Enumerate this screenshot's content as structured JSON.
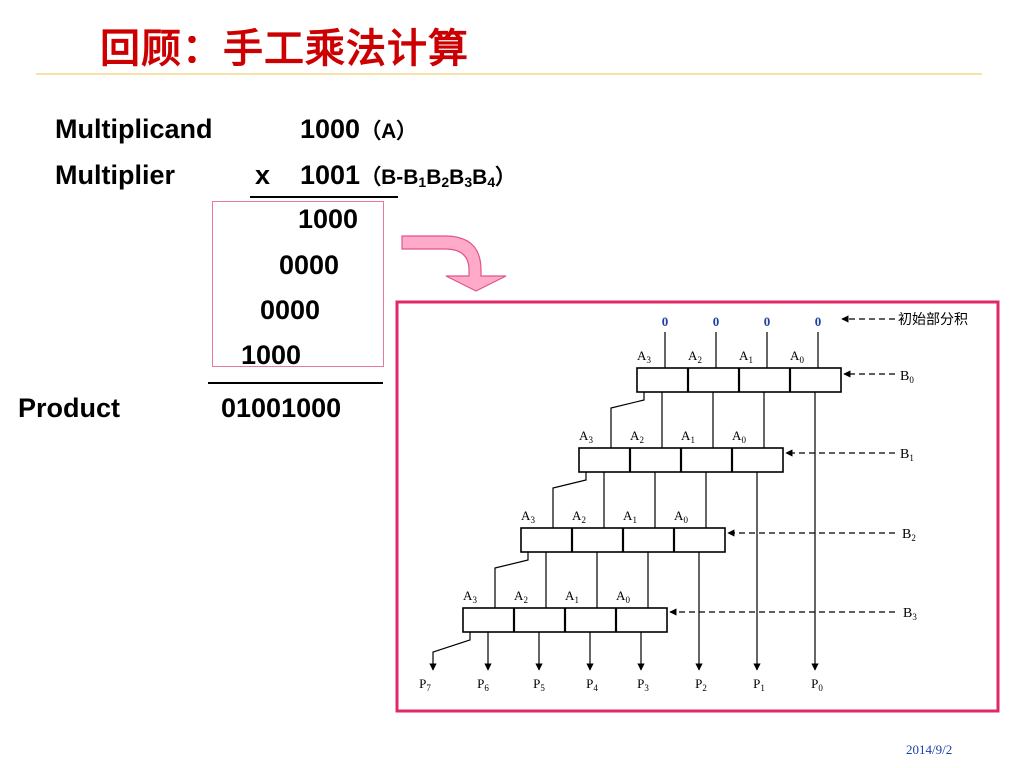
{
  "slide": {
    "title": "回顾：手工乘法计算",
    "date": "2014/9/2"
  },
  "calc": {
    "multiplicand_label": "Multiplicand",
    "multiplicand_value": "1000",
    "multiplicand_note": "（A）",
    "multiplier_label": "Multiplier",
    "multiplier_op": "x",
    "multiplier_value": "1001",
    "note_open": "（B-B",
    "note_close": "）",
    "partials": [
      "1000",
      "0000",
      "0000",
      "1000"
    ],
    "product_label": "Product",
    "product_value": "01001000"
  },
  "diagram": {
    "frame_color": "#e0296b",
    "zero_color": "#1f3fa0",
    "init_zeros": [
      "0",
      "0",
      "0",
      "0"
    ],
    "init_label": "初始部分积",
    "b_labels": [
      "B",
      "B",
      "B",
      "B"
    ],
    "b_subs": [
      "0",
      "1",
      "2",
      "3"
    ],
    "a_labels": [
      "A",
      "A",
      "A",
      "A"
    ],
    "a_subs": [
      "3",
      "2",
      "1",
      "0"
    ],
    "p_labels": [
      "P",
      "P",
      "P",
      "P",
      "P",
      "P",
      "P",
      "P"
    ],
    "p_subs": [
      "7",
      "6",
      "5",
      "4",
      "3",
      "2",
      "1",
      "0"
    ]
  }
}
